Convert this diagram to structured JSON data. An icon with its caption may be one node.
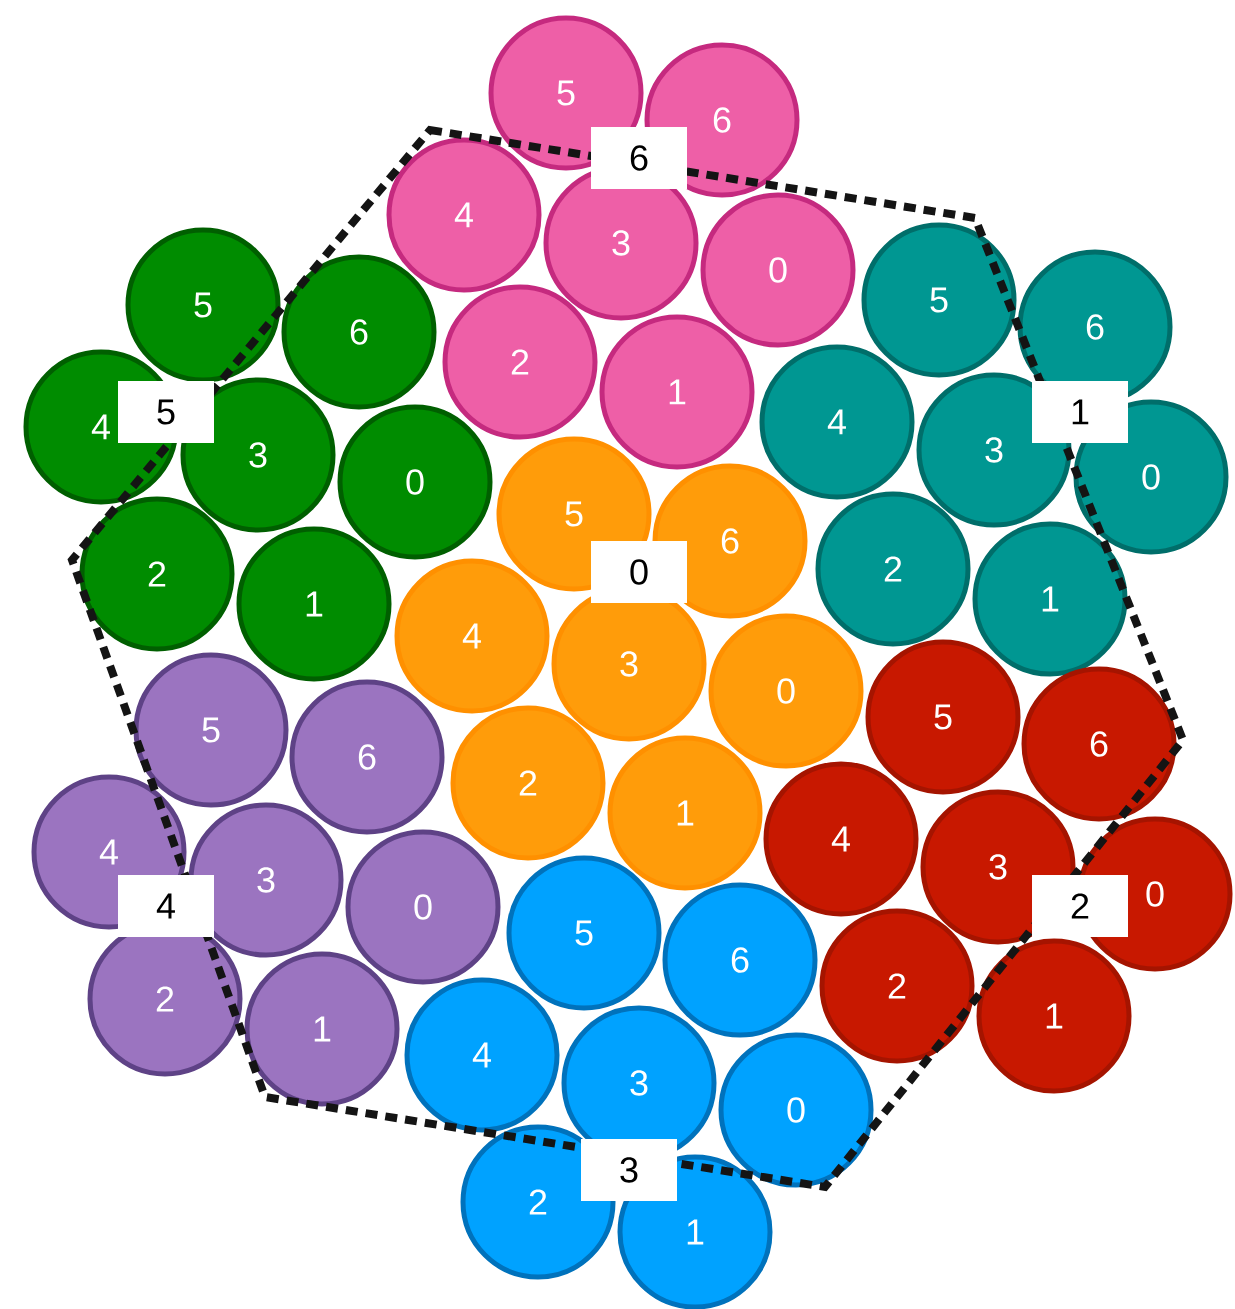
{
  "diagram": {
    "nodes": [
      {
        "text": [
          "5"
        ]
      },
      {
        "text": [
          "6"
        ]
      },
      {
        "text": [
          "4"
        ]
      },
      {
        "text": [
          "3"
        ]
      },
      {
        "text": [
          "0"
        ]
      },
      {
        "text": [
          "2"
        ]
      },
      {
        "text": [
          "1"
        ]
      },
      {
        "text": [
          "5"
        ]
      },
      {
        "text": [
          "6"
        ]
      },
      {
        "text": [
          "4"
        ]
      },
      {
        "text": [
          "3"
        ]
      },
      {
        "text": [
          "0"
        ]
      },
      {
        "text": [
          "2"
        ]
      },
      {
        "text": [
          "1"
        ]
      },
      {
        "text": [
          "5"
        ]
      },
      {
        "text": [
          "6"
        ]
      },
      {
        "text": [
          "4"
        ]
      },
      {
        "text": [
          "3"
        ]
      },
      {
        "text": [
          "0"
        ]
      },
      {
        "text": [
          "2"
        ]
      },
      {
        "text": [
          "1"
        ]
      },
      {
        "text": [
          "5"
        ]
      },
      {
        "text": [
          "6"
        ]
      },
      {
        "text": [
          "4"
        ]
      },
      {
        "text": [
          "3"
        ]
      },
      {
        "text": [
          "0"
        ]
      },
      {
        "text": [
          "2"
        ]
      },
      {
        "text": [
          "1"
        ]
      },
      {
        "text": [
          "5"
        ]
      },
      {
        "text": [
          "6"
        ]
      },
      {
        "text": [
          "4"
        ]
      },
      {
        "text": [
          "3"
        ]
      },
      {
        "text": [
          "0"
        ]
      },
      {
        "text": [
          "2"
        ]
      },
      {
        "text": [
          "1"
        ]
      },
      {
        "text": [
          "5"
        ]
      },
      {
        "text": [
          "6"
        ]
      },
      {
        "text": [
          "4"
        ]
      },
      {
        "text": [
          "3"
        ]
      },
      {
        "text": [
          "0"
        ]
      },
      {
        "text": [
          "2"
        ]
      },
      {
        "text": [
          "1"
        ]
      },
      {
        "text": [
          "5"
        ]
      },
      {
        "text": [
          "6"
        ]
      },
      {
        "text": [
          "4"
        ]
      },
      {
        "text": [
          "3"
        ]
      },
      {
        "text": [
          "0"
        ]
      },
      {
        "text": [
          "2"
        ]
      },
      {
        "text": [
          "1"
        ]
      },
      {
        "text": [
          "6"
        ]
      },
      {
        "text": [
          "5"
        ]
      },
      {
        "text": [
          "1"
        ]
      },
      {
        "text": [
          "0"
        ]
      },
      {
        "text": [
          "4"
        ]
      },
      {
        "text": [
          "2"
        ]
      },
      {
        "text": [
          "3"
        ]
      }
    ]
  }
}
